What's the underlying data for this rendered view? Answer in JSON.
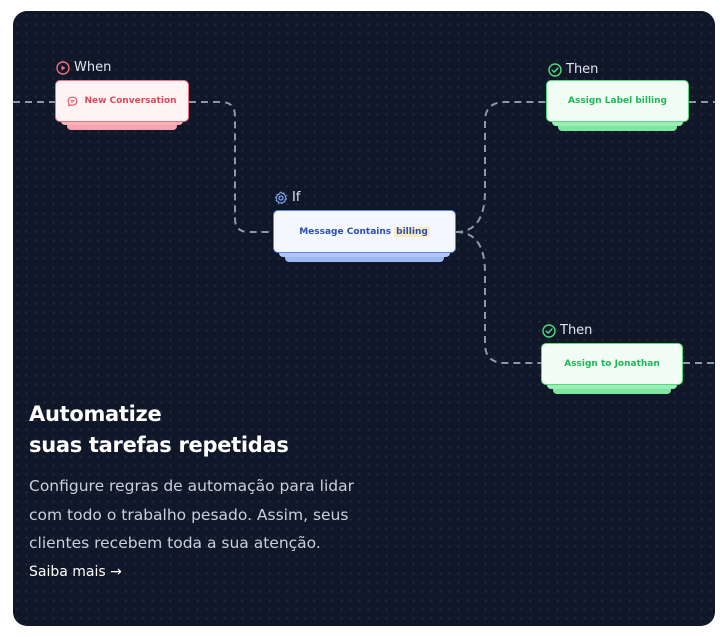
{
  "flow": {
    "trigger": {
      "tag": "When",
      "label": "New Conversation"
    },
    "condition": {
      "tag": "If",
      "label": "Message Contains",
      "keyword": "billing"
    },
    "action_top": {
      "tag": "Then",
      "label": "Assign Label billing"
    },
    "action_bottom": {
      "tag": "Then",
      "label": "Assign to Jonathan"
    }
  },
  "content": {
    "headline_line1": "Automatize",
    "headline_line2": "suas tarefas repetidas",
    "description": "Configure regras de automação para lidar com todo o trabalho pesado. Assim, seus clientes recebem toda a sua atenção.",
    "link_label": "Saiba mais →"
  },
  "colors": {
    "background": "#0f1729",
    "trigger": "#f06f7d",
    "condition": "#5b86e5",
    "action": "#4fdc7c"
  }
}
